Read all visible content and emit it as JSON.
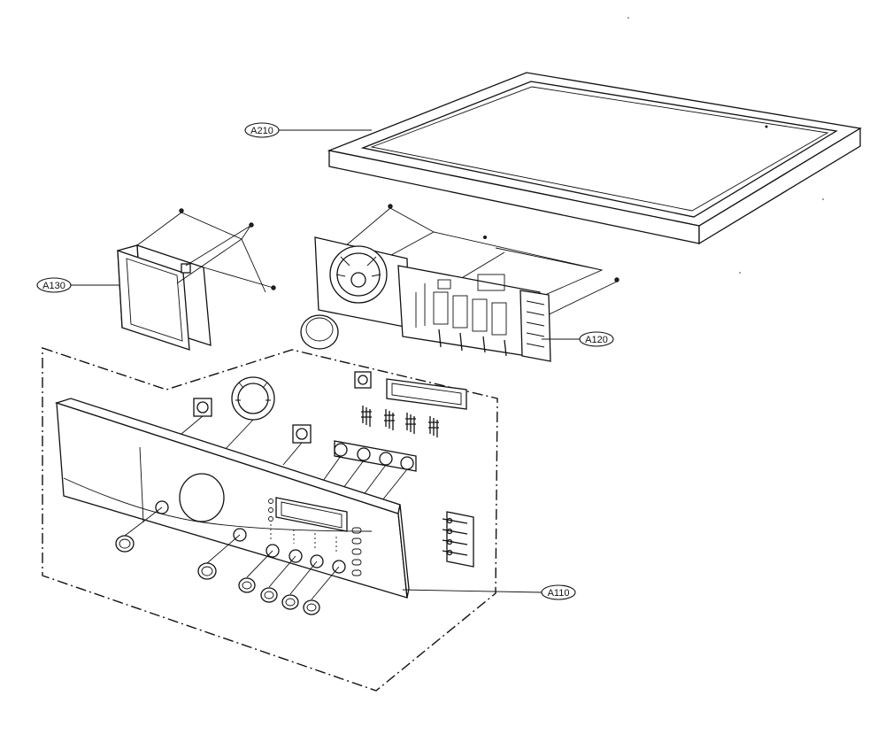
{
  "callouts": [
    {
      "id": "A210",
      "label": "A210"
    },
    {
      "id": "A130",
      "label": "A130"
    },
    {
      "id": "A120",
      "label": "A120"
    },
    {
      "id": "A110",
      "label": "A110"
    }
  ],
  "parts": [
    {
      "id": "A210",
      "icon": "top-cover-plate"
    },
    {
      "id": "A130",
      "icon": "cover-box"
    },
    {
      "id": "A120",
      "icon": "pcb-assembly"
    },
    {
      "id": "A110",
      "icon": "control-panel"
    }
  ]
}
